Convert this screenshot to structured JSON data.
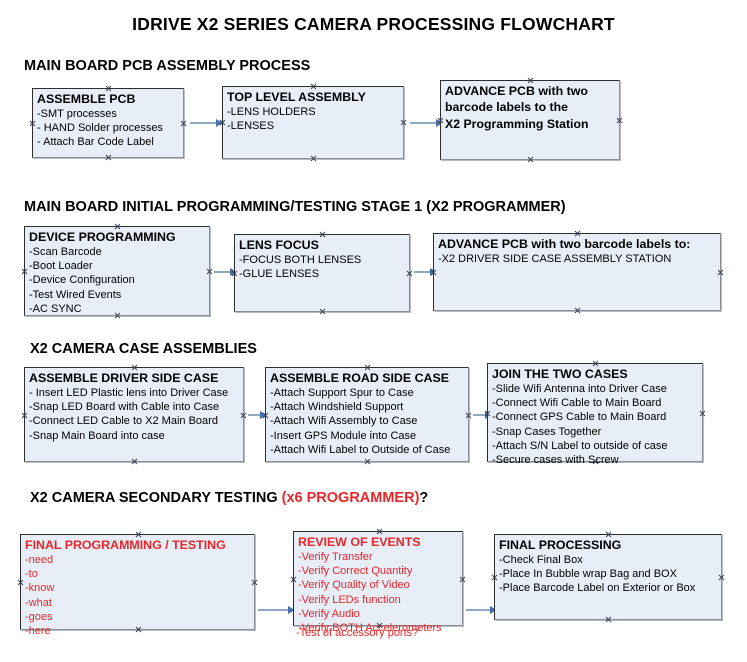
{
  "title": "IDRIVE X2  SERIES CAMERA PROCESSING FLOWCHART",
  "sections": [
    {
      "id": "s1",
      "heading": "MAIN BOARD PCB ASSEMBLY PROCESS",
      "accent": ""
    },
    {
      "id": "s2",
      "heading": "MAIN BOARD INITIAL PROGRAMMING/TESTING STAGE 1 (X2 PROGRAMMER)",
      "accent": ""
    },
    {
      "id": "s3",
      "heading": "X2 CAMERA CASE ASSEMBLIES",
      "accent": ""
    },
    {
      "id": "s4",
      "heading": "X2 CAMERA SECONDARY TESTING ",
      "accent": "(x6 PROGRAMMER)",
      "trailer": "?"
    }
  ],
  "boxes": {
    "assemble_pcb": {
      "title": "ASSEMBLE PCB",
      "lines": [
        " -SMT processes",
        "- HAND Solder processes",
        "- Attach Bar Code Label"
      ]
    },
    "top_level_assembly": {
      "title": "TOP LEVEL ASSEMBLY",
      "lines": [
        "-LENS HOLDERS",
        "-LENSES"
      ]
    },
    "advance_pcb_1": {
      "title": "ADVANCE PCB with two",
      "lines": [
        "barcode labels to the",
        " X2 Programming Station"
      ]
    },
    "device_programming": {
      "title": "DEVICE PROGRAMMING",
      "lines": [
        "-Scan Barcode",
        "-Boot Loader",
        "-Device Configuration",
        "-Test Wired Events",
        "-AC SYNC"
      ]
    },
    "lens_focus": {
      "title": "LENS FOCUS",
      "lines": [
        "-FOCUS BOTH LENSES",
        "-GLUE LENSES"
      ]
    },
    "advance_pcb_2": {
      "title": "ADVANCE PCB with two barcode labels to:",
      "lines": [
        "-X2 DRIVER  SIDE  CASE  ASSEMBLY STATION"
      ]
    },
    "assemble_driver_side_case": {
      "title": "ASSEMBLE DRIVER SIDE CASE",
      "lines": [
        "- Insert LED Plastic lens into Driver Case",
        "-Snap LED Board with Cable into Case",
        "-Connect LED Cable to X2 Main Board",
        "-Snap Main Board into case"
      ]
    },
    "assemble_road_side_case": {
      "title": "ASSEMBLE ROAD SIDE CASE",
      "lines": [
        "-Attach Support Spur to Case",
        "-Attach Windshield Support",
        "-Attach Wifi Assembly to Case",
        "-Insert GPS Module into Case",
        "-Attach Wifi Label to Outside of Case"
      ]
    },
    "join_the_two_cases": {
      "title": "JOIN THE TWO CASES",
      "lines": [
        "-Slide Wifi Antenna into Driver Case",
        "-Connect Wifi Cable to Main Board",
        "-Connect GPS Cable to Main Board",
        "-Snap Cases Together",
        "-Attach S/N Label to outside of case",
        "-Secure cases with Screw"
      ]
    },
    "final_programming_testing": {
      "title": "FINAL PROGRAMMING / TESTING",
      "lines": [
        "-need",
        "-to",
        "-know",
        "-what",
        "-goes",
        "-here"
      ]
    },
    "review_of_events": {
      "title": "REVIEW OF EVENTS",
      "lines": [
        "-Verify Transfer",
        "-Verify Correct Quantity",
        "-Verify Quality of Video",
        "-Verify LEDs function",
        "-Verify Audio",
        "-Verify BOTH Accelerometers"
      ],
      "overflow_line": "-Test of accessory ports?"
    },
    "final_processing": {
      "title": "FINAL PROCESSING",
      "lines": [
        " -Check Final Box",
        "-Place In Bubble wrap Bag and BOX",
        "-Place Barcode Label on Exterior or Box"
      ]
    }
  },
  "colors": {
    "box_fill": "#e8eef8",
    "box_border": "#2d2d2d",
    "accent_red": "#e8262a",
    "connector": "#8fa9c4",
    "arrowhead": "#4472a8"
  }
}
